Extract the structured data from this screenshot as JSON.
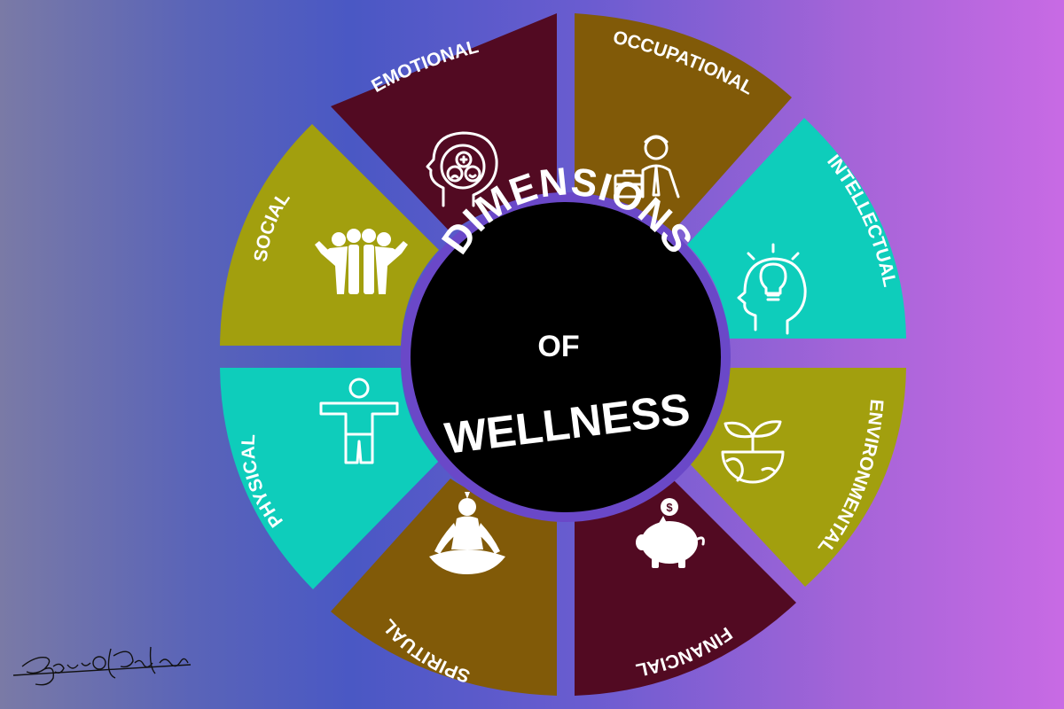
{
  "title": {
    "line1": "DIMENSIONS",
    "line2": "OF",
    "line3": "WELLNESS"
  },
  "colors": {
    "maroon": "#520a22",
    "brown": "#815a08",
    "teal": "#0ecdbb",
    "olive": "#a29f0e",
    "center": "#000000",
    "center_ring": "#6a48c8",
    "text": "#ffffff"
  },
  "segments": [
    {
      "label": "EMOTIONAL",
      "color": "#520a22",
      "icon": "emotional-head-icon"
    },
    {
      "label": "OCCUPATIONAL",
      "color": "#815a08",
      "icon": "businessman-icon"
    },
    {
      "label": "INTELLECTUAL",
      "color": "#0ecdbb",
      "icon": "lightbulb-head-icon"
    },
    {
      "label": "ENVIRONMENTAL",
      "color": "#a29f0e",
      "icon": "plant-globe-icon"
    },
    {
      "label": "FINANCIAL",
      "color": "#520a22",
      "icon": "piggy-bank-icon"
    },
    {
      "label": "SPIRITUAL",
      "color": "#815a08",
      "icon": "meditation-icon"
    },
    {
      "label": "PHYSICAL",
      "color": "#0ecdbb",
      "icon": "stretching-person-icon"
    },
    {
      "label": "SOCIAL",
      "color": "#a29f0e",
      "icon": "group-hug-icon"
    }
  ],
  "signature": "Bruno Social Impact"
}
